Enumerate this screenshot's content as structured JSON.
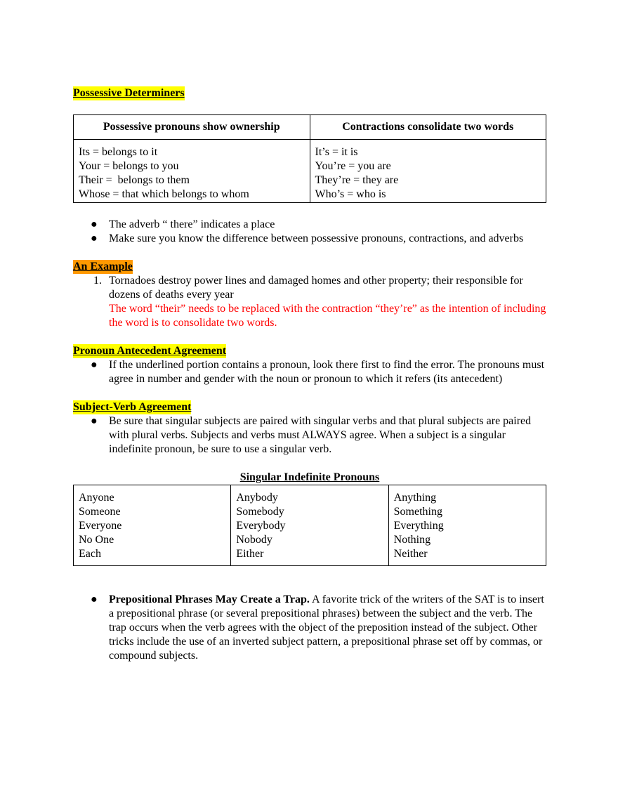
{
  "sections": {
    "possessive": {
      "heading": "Possessive Determiners",
      "table": {
        "headers": [
          "Possessive pronouns show ownership",
          "Contractions consolidate two words"
        ],
        "col1": [
          "Its = belongs to it",
          "Your = belongs to you",
          "Their =  belongs to them",
          "Whose = that which belongs to whom"
        ],
        "col2": [
          "It’s = it is",
          "You’re = you are",
          "They’re = they are",
          "Who’s = who is"
        ]
      },
      "bullets": [
        "The adverb “ there” indicates a place",
        "Make sure you know the difference between possessive pronouns, contractions, and adverbs"
      ]
    },
    "example": {
      "heading": "An Example",
      "items": [
        {
          "number": "1.",
          "text": "Tornadoes destroy power lines and damaged homes and other property; their responsible for dozens of deaths every year",
          "note": "The word “their” needs to be replaced with the contraction “they’re” as the intention of including the word is to consolidate two words."
        }
      ]
    },
    "antecedent": {
      "heading": "Pronoun Antecedent Agreement",
      "bullets": [
        "If the underlined portion contains a pronoun, look there first to find the error. The pronouns must agree in number and gender with the noun or pronoun to which it refers (its antecedent)"
      ]
    },
    "subject_verb": {
      "heading": "Subject-Verb Agreement",
      "bullets": [
        "Be sure that singular subjects are paired with singular verbs and that plural subjects are paired with plural verbs. Subjects and verbs must ALWAYS agree. When a subject is a singular indefinite pronoun, be sure to use a singular verb."
      ],
      "table": {
        "caption": "Singular Indefinite Pronouns",
        "columns": [
          [
            "Anyone",
            "Someone",
            "Everyone",
            "No One",
            "Each"
          ],
          [
            "Anybody",
            "Somebody",
            "Everybody",
            "Nobody",
            "Either"
          ],
          [
            "Anything",
            "Something",
            "Everything",
            "Nothing",
            "Neither"
          ]
        ]
      }
    },
    "prepositional": {
      "lead": "Prepositional Phrases May Create a Trap.",
      "text": " A favorite trick of the writers of the SAT is to insert a prepositional phrase (or several prepositional phrases) between the subject and the verb. The trap occurs when the verb agrees with the object of the preposition instead of the subject. Other tricks include the use of an inverted subject pattern, a prepositional phrase set off by commas, or compound subjects."
    }
  },
  "glyphs": {
    "bullet": "●"
  },
  "colors": {
    "highlight_yellow": "#ffff00",
    "highlight_orange": "#ff9900",
    "note_red": "#ff0000"
  }
}
